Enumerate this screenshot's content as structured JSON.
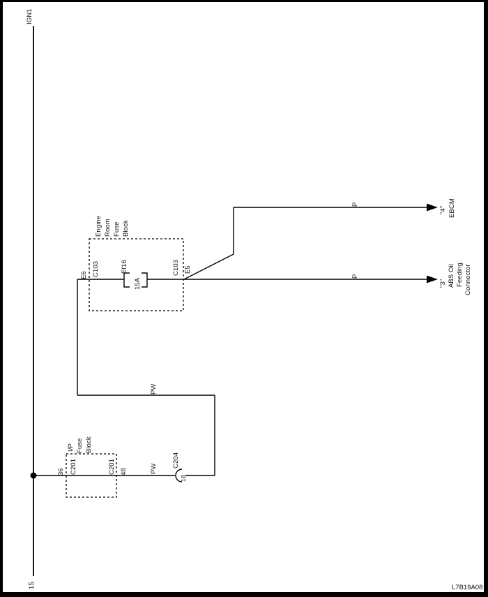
{
  "circuit": {
    "source": {
      "label": "IGN1",
      "pin": "15"
    },
    "wire_pw": "PW",
    "wire_p": "P",
    "ip_fuse_block": {
      "title": [
        "I/P",
        "Fuse",
        "Block"
      ],
      "pin_in": "36",
      "conn_in": "C201",
      "conn_out": "C201",
      "pin_out": "48"
    },
    "inline_connector": {
      "name": "C204",
      "pin": "18"
    },
    "engine_room_fuse_block": {
      "title": [
        "Engine",
        "Room",
        "Fuse",
        "Block"
      ],
      "pin_in": "E6",
      "conn_in": "C103",
      "fuse_name": "Ef16",
      "fuse_rating": "15A",
      "conn_out": "C103",
      "pin_out": "E5"
    },
    "dest_ebcm": {
      "pin": "\"4\"",
      "name": "EBCM"
    },
    "dest_abs": {
      "pin": "\"3\"",
      "name_lines": [
        "ABS Oil",
        "Feeding",
        "Connector"
      ]
    },
    "doc_code": "L7B19A08"
  }
}
